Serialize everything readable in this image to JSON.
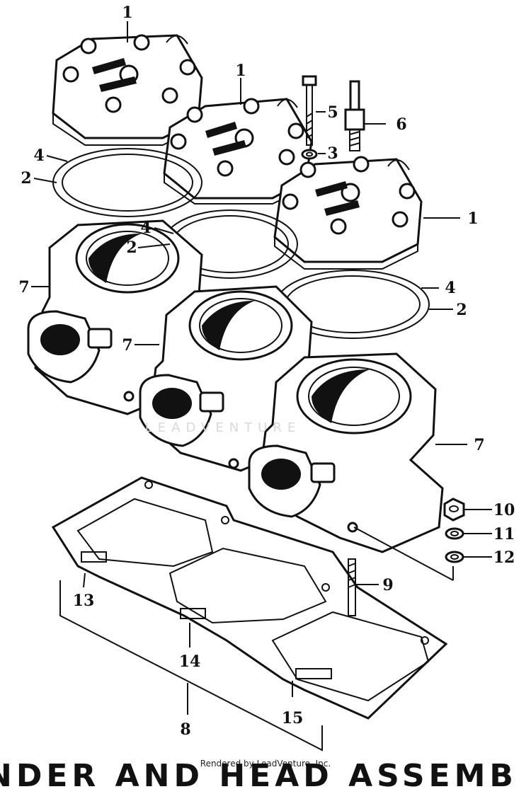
{
  "diagram": {
    "callouts": [
      {
        "id": "c1a",
        "text": "1"
      },
      {
        "id": "c1b",
        "text": "1"
      },
      {
        "id": "c1c",
        "text": "1"
      },
      {
        "id": "c2a",
        "text": "2"
      },
      {
        "id": "c2b",
        "text": "2"
      },
      {
        "id": "c2c",
        "text": "2"
      },
      {
        "id": "c3",
        "text": "3"
      },
      {
        "id": "c4a",
        "text": "4"
      },
      {
        "id": "c4b",
        "text": "4"
      },
      {
        "id": "c4c",
        "text": "4"
      },
      {
        "id": "c5",
        "text": "5"
      },
      {
        "id": "c6",
        "text": "6"
      },
      {
        "id": "c7a",
        "text": "7"
      },
      {
        "id": "c7b",
        "text": "7"
      },
      {
        "id": "c7c",
        "text": "7"
      },
      {
        "id": "c8",
        "text": "8"
      },
      {
        "id": "c9",
        "text": "9"
      },
      {
        "id": "c10",
        "text": "10"
      },
      {
        "id": "c11",
        "text": "11"
      },
      {
        "id": "c12",
        "text": "12"
      },
      {
        "id": "c13",
        "text": "13"
      },
      {
        "id": "c14",
        "text": "14"
      },
      {
        "id": "c15",
        "text": "15"
      }
    ],
    "watermark": "LEADVENTURE"
  },
  "footer": {
    "credit": "Rendered by LeadVenture, Inc.",
    "title_fragment": "NDER AND HEAD ASSEMB"
  }
}
